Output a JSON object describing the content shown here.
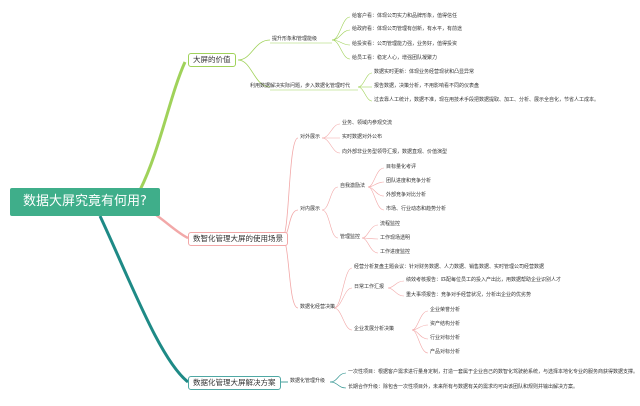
{
  "root": "数据大屏究竟有何用?",
  "branches": [
    {
      "label": "大屏的价值",
      "children": [
        {
          "label": "提升形象和管理能级",
          "children": [
            "给客户看：体现公司实力和品牌形象，值得信任",
            "给政府看：体现公司管理有创新，有水平，有前途",
            "给投资看：公司管理能力强，业务好，值得投资",
            "给员工看：稳定人心，增强团队凝聚力"
          ]
        },
        {
          "label": "利用数据解决实际问题，步入数据化管理时代",
          "children": [
            "数据实时更新：体现业务经营现状和凸显异常",
            "报告数据，决策分析，不用影响看不同的仪表盘",
            "过去靠人工统计，数据不准，现在用技术手段把数据提取、加工、分析、展示全自化，节省人工成本。"
          ]
        }
      ]
    },
    {
      "label": "数智化管理大屏的使用场景",
      "children": [
        {
          "label": "对外展示",
          "children": [
            "业务、领域内参观交流",
            "实时数据对外公布",
            "向外部非业务型领导汇报，数据直观、价值演型"
          ]
        },
        {
          "label": "对内展示",
          "children": [
            {
              "label": "自我激励法",
              "children": [
                "目标量化考评",
                "团队进度和竞争分析",
                "外部竞争对比分析",
                "市场、行业动态和趋势分析"
              ]
            },
            {
              "label": "管理监控",
              "children": [
                "流程监控",
                "工作现场透明",
                "工作进度监控"
              ]
            }
          ]
        },
        {
          "label": "数据化经营决策",
          "children": [
            {
              "label": "经营分析复盘主题会议：针对财务数据、人力数据、销售数据、实时管理公司经营数据",
              "children": []
            },
            {
              "label": "日常工作汇报",
              "children": [
                "绩效考核报告：匹配每位员工的投入产出比，用数据帮助企业识别人才",
                "重大事项报告：竞争对手经营状况，分析出企业的优劣势"
              ]
            },
            {
              "label": "企业发展分析决策",
              "children": [
                "企业荣誉分析",
                "资产结构分析",
                "行业对标分析",
                "产品对标分析"
              ]
            }
          ]
        }
      ]
    },
    {
      "label": "数据化管理大屏解决方案",
      "children": [
        {
          "label": "数据化管理升级",
          "children": [
            "一次性项目：根据客户需求进行量身定制，打造一套属于企业自己的数智化驾驶舱系统，与选择本地化专业的服务商获得数据支撑。",
            "长期合作升级：除包含一次性项目外，未来所有与数据有关的需求均可由该团队和规则并输出解决方案。"
          ]
        }
      ]
    }
  ],
  "colors": {
    "root": "#3fae8a",
    "branch1": "#a0d25a",
    "branch2": "#f2a8a8",
    "branch3": "#1e8a86"
  }
}
